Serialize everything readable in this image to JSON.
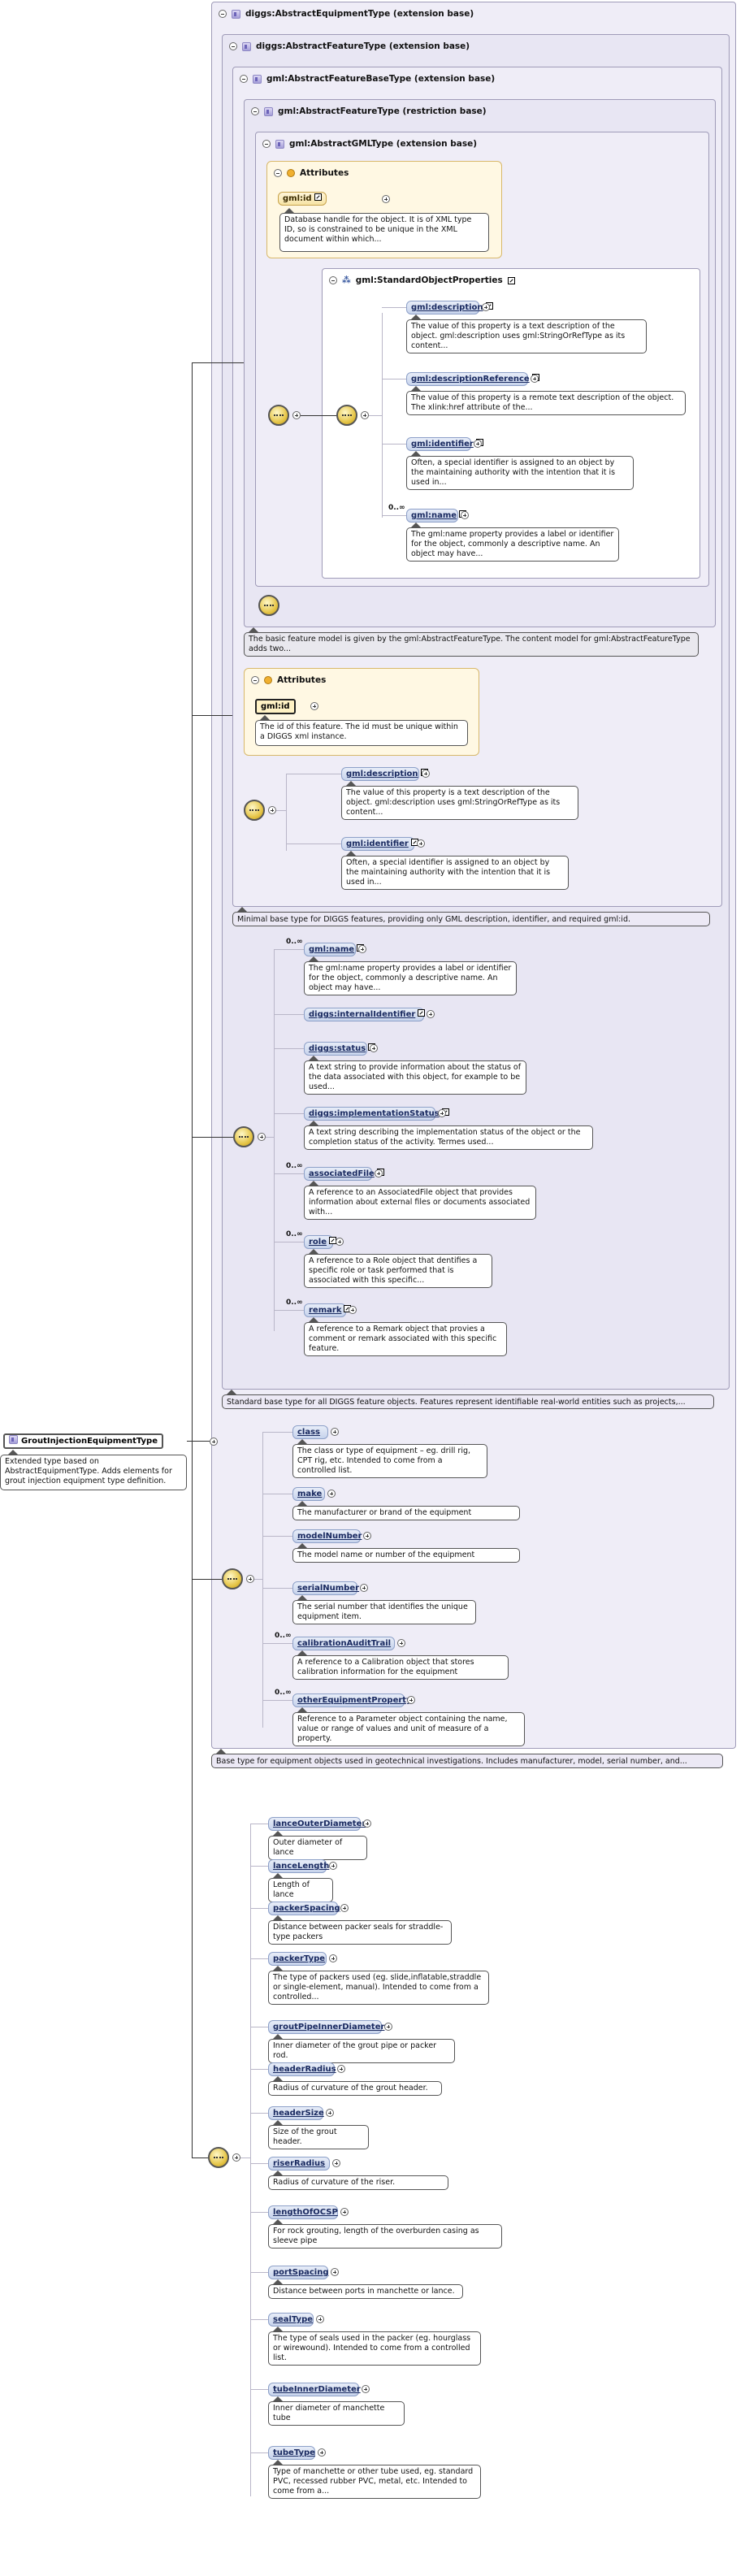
{
  "frames": {
    "equipment": "diggs:AbstractEquipmentType (extension base)",
    "feature": "diggs:AbstractFeatureType (extension base)",
    "feature_base": "gml:AbstractFeatureBaseType (extension base)",
    "gml_feature": "gml:AbstractFeatureType (restriction base)",
    "gml_type": "gml:AbstractGMLType (extension base)"
  },
  "attributes_label": "Attributes",
  "gml_id": {
    "name": "gml:id",
    "doc": "Database handle for the object. It is of XML type ID, so is constrained to be unique in the XML document within which..."
  },
  "standard_props": "gml:StandardObjectProperties",
  "std_elements": [
    {
      "name": "gml:description",
      "occ": "",
      "doc": "The value of this property is a text description of the object. gml:description uses gml:StringOrRefType as its content..."
    },
    {
      "name": "gml:descriptionReference",
      "occ": "",
      "doc": "The value of this property is a remote text description of the object. The xlink:href attribute of the..."
    },
    {
      "name": "gml:identifier",
      "occ": "",
      "doc": "Often, a special identifier is assigned to an object by the maintaining authority with the intention that it is used in..."
    },
    {
      "name": "gml:name",
      "occ": "0..∞",
      "doc": "The gml:name property provides a label or identifier for the object, commonly a descriptive name. An object may have..."
    }
  ],
  "gml_feature_doc": "The basic feature model is given by the gml:AbstractFeatureType. The content model for gml:AbstractFeatureType adds two...",
  "feature_base_id": {
    "name": "gml:id",
    "doc": "The id of this feature. The id must be unique within a DIGGS xml instance."
  },
  "feature_base_elements": [
    {
      "name": "gml:description",
      "doc": "The value of this property is a text description of the object. gml:description uses gml:StringOrRefType as its content..."
    },
    {
      "name": "gml:identifier",
      "doc": "Often, a special identifier is assigned to an object by the maintaining authority with the intention that it is used in..."
    }
  ],
  "feature_base_doc": "Minimal base type for DIGGS features, providing only GML description, identifier, and required gml:id.",
  "feature_elements": [
    {
      "name": "gml:name",
      "occ": "0..∞",
      "doc": "The gml:name property provides a label or identifier for the object, commonly a descriptive name. An object may have..."
    },
    {
      "name": "diggs:internalIdentifier",
      "occ": "",
      "doc": ""
    },
    {
      "name": "diggs:status",
      "occ": "",
      "doc": "A text string to provide information about the status of the data associated with this object, for example to be used..."
    },
    {
      "name": "diggs:implementationStatus",
      "occ": "",
      "doc": "A text string describing the implementation status of the object or the completion status of the activity. Termes used..."
    },
    {
      "name": "associatedFile",
      "occ": "0..∞",
      "doc": "A reference to an AssociatedFile object that provides information about external files or documents associated with..."
    },
    {
      "name": "role",
      "occ": "0..∞",
      "doc": "A reference to a Role object that dentifies a specific role or task performed that is associated with this specific..."
    },
    {
      "name": "remark",
      "occ": "0..∞",
      "doc": "A reference to a Remark object that provies a comment or remark associated with this specific feature."
    }
  ],
  "feature_doc": "Standard base type for all DIGGS feature objects. Features represent identifiable real-world entities such as projects,...",
  "equipment_elements": [
    {
      "name": "class",
      "occ": "",
      "doc": "The class or type of equipment – eg. drill rig, CPT rig, etc. Intended to come from a controlled list."
    },
    {
      "name": "make",
      "occ": "",
      "doc": "The manufacturer or brand of the equipment"
    },
    {
      "name": "modelNumber",
      "occ": "",
      "doc": "The model name or number of the equipment"
    },
    {
      "name": "serialNumber",
      "occ": "",
      "doc": "The serial number that identifies the unique equipment item."
    },
    {
      "name": "calibrationAuditTrail",
      "occ": "0..∞",
      "doc": "A reference to a Calibration object that stores calibration information for the equipment"
    },
    {
      "name": "otherEquipmentProperty",
      "occ": "0..∞",
      "doc": "Reference to a Parameter object containing the name, value or range of values and unit of measure of a property."
    }
  ],
  "equipment_doc": "Base type for equipment objects used in geotechnical investigations. Includes manufacturer, model, serial number, and...",
  "root": {
    "name": "GroutInjectionEquipmentType",
    "doc": "Extended type based on AbstractEquipmentType. Adds elements for grout injection equipment type definition."
  },
  "grout_elements": [
    {
      "name": "lanceOuterDiameter",
      "doc": "Outer diameter of lance"
    },
    {
      "name": "lanceLength",
      "doc": "Length of lance"
    },
    {
      "name": "packerSpacing",
      "doc": "Distance between packer seals for straddle-type packers"
    },
    {
      "name": "packerType",
      "doc": "The type of packers used (eg. slide,inflatable,straddle or single-element, manual). Intended to come from a controlled..."
    },
    {
      "name": "groutPipeInnerDiameter",
      "doc": "Inner diameter of the grout pipe or packer rod."
    },
    {
      "name": "headerRadius",
      "doc": "Radius of curvature of the grout header."
    },
    {
      "name": "headerSize",
      "doc": "Size of the grout header."
    },
    {
      "name": "riserRadius",
      "doc": "Radius of curvature of the riser."
    },
    {
      "name": "lengthOfOCSP",
      "doc": "For rock grouting, length of the overburden casing as sleeve pipe"
    },
    {
      "name": "portSpacing",
      "doc": "Distance between ports in manchette or lance."
    },
    {
      "name": "sealType",
      "doc": "The type of seals used in the packer (eg. hourglass or wirewound). Intended to come from a controlled list."
    },
    {
      "name": "tubeInnerDiameter",
      "doc": "Inner diameter of manchette tube"
    },
    {
      "name": "tubeType",
      "doc": "Type of manchette or other tube used, eg. standard PVC, recessed rubber PVC, metal, etc. Intended to come from a..."
    }
  ]
}
